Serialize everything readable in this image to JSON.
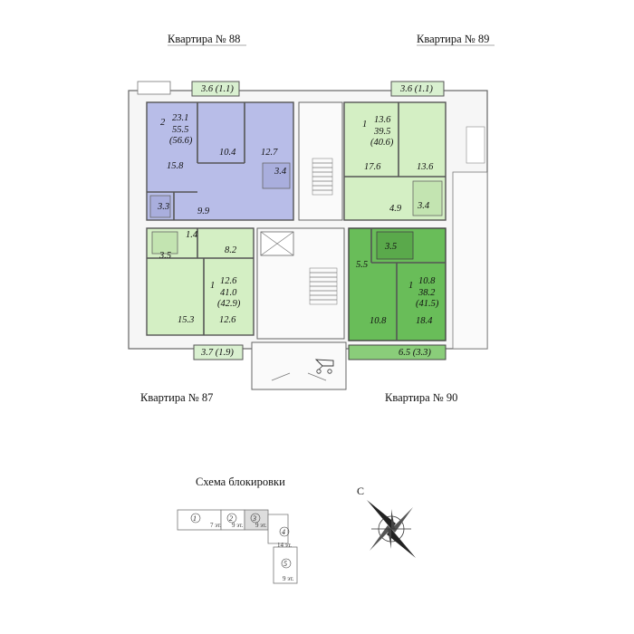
{
  "apartments": {
    "a88": {
      "title": "Квартира № 88",
      "rooms_count": "2",
      "living": "23.1",
      "total": "55.5",
      "total_balcony": "(56.6)",
      "balcony": "3.6 (1.1)",
      "rooms": [
        "15.8",
        "10.4",
        "12.7",
        "3.4",
        "3.3",
        "9.9"
      ]
    },
    "a89": {
      "title": "Квартира № 89",
      "rooms_count": "1",
      "living": "13.6",
      "total": "39.5",
      "total_balcony": "(40.6)",
      "balcony": "3.6 (1.1)",
      "rooms": [
        "17.6",
        "13.6",
        "4.9",
        "3.4"
      ]
    },
    "a87": {
      "title": "Квартира № 87",
      "rooms_count": "1",
      "living": "12.6",
      "total": "41.0",
      "total_balcony": "(42.9)",
      "balcony": "3.7 (1.9)",
      "rooms": [
        "1.4",
        "8.2",
        "3.5",
        "15.3",
        "12.6"
      ]
    },
    "a90": {
      "title": "Квартира № 90",
      "rooms_count": "1",
      "living": "10.8",
      "total": "38.2",
      "total_balcony": "(41.5)",
      "balcony": "6.5 (3.3)",
      "rooms": [
        "3.5",
        "5.5",
        "10.8",
        "18.4"
      ]
    }
  },
  "scheme": {
    "title": "Схема блокировки",
    "sections": [
      "1",
      "2",
      "3",
      "4",
      "5"
    ],
    "dims": [
      "7 эт.",
      "9 эт.",
      "9 эт.",
      "14 эт.",
      "9 эт."
    ]
  },
  "compass": {
    "north": "С"
  },
  "colors": {
    "a88": "#b8bde8",
    "a89": "#d4efc4",
    "a87": "#d4efc4",
    "a90": "#69bd59",
    "balcony": "#d9f0d0"
  },
  "icons": [
    "stroller-icon",
    "compass-icon"
  ]
}
